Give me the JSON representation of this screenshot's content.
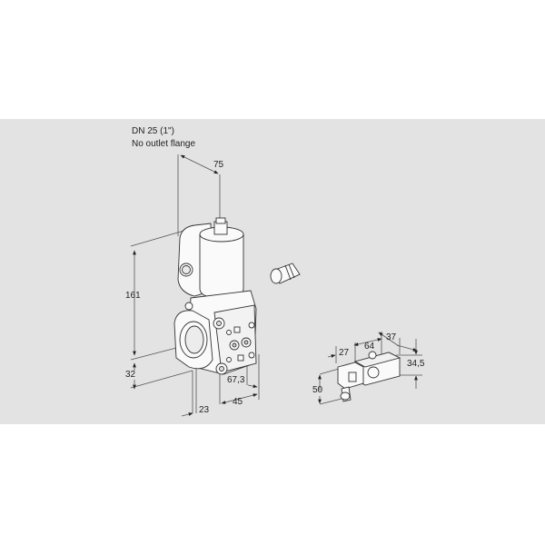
{
  "drawing": {
    "title_line1": "DN 25 (1\")",
    "title_line2": "No outlet flange",
    "background_color": "#e3e3e3",
    "line_color": "#333333"
  },
  "main_valve": {
    "dimensions": {
      "top_offset": "75",
      "height": "161",
      "inlet_height": "32",
      "depth": "67,3",
      "width_right": "45",
      "width_left": "23"
    }
  },
  "accessory_module": {
    "dimensions": {
      "left_width": "27",
      "middle_width": "64",
      "right_width": "37",
      "height_right": "34,5",
      "height_left": "50"
    }
  }
}
